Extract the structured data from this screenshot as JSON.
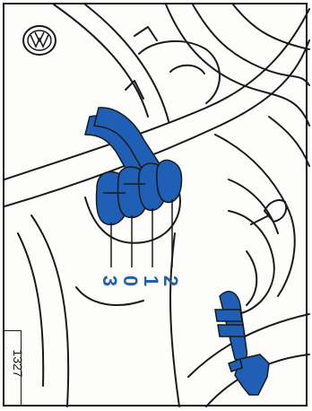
{
  "figure": {
    "number": "1327",
    "callouts": [
      "2",
      "1",
      "0",
      "3"
    ],
    "accent_color": "#1f5fb5",
    "line_color": "#1a1a1a",
    "logo_icon": "vw-logo-icon",
    "pointer_icon": "hand-pointer-icon"
  }
}
